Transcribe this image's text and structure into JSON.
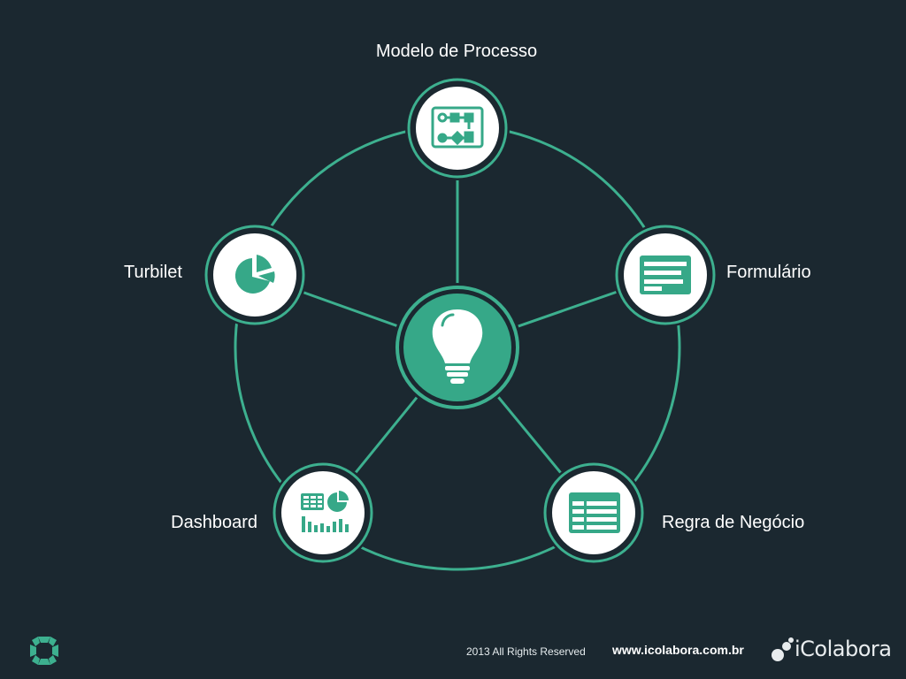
{
  "diagram": {
    "center": {
      "icon": "lightbulb-icon"
    },
    "nodes": [
      {
        "id": "modelo",
        "label": "Modelo de Processo",
        "icon": "process-flow-icon"
      },
      {
        "id": "formulario",
        "label": "Formulário",
        "icon": "form-icon"
      },
      {
        "id": "regra",
        "label": "Regra de Negócio",
        "icon": "table-icon"
      },
      {
        "id": "dashboard",
        "label": "Dashboard",
        "icon": "dashboard-icon"
      },
      {
        "id": "turbilet",
        "label": "Turbilet",
        "icon": "pie-chart-icon"
      }
    ]
  },
  "footer": {
    "rights": "2013 All Rights Reserved",
    "url": "www.icolabora.com.br",
    "brand": "iColabora"
  },
  "colors": {
    "background": "#1b2830",
    "accent": "#3db08f",
    "node_fill": "#ffffff",
    "text": "#ffffff"
  }
}
